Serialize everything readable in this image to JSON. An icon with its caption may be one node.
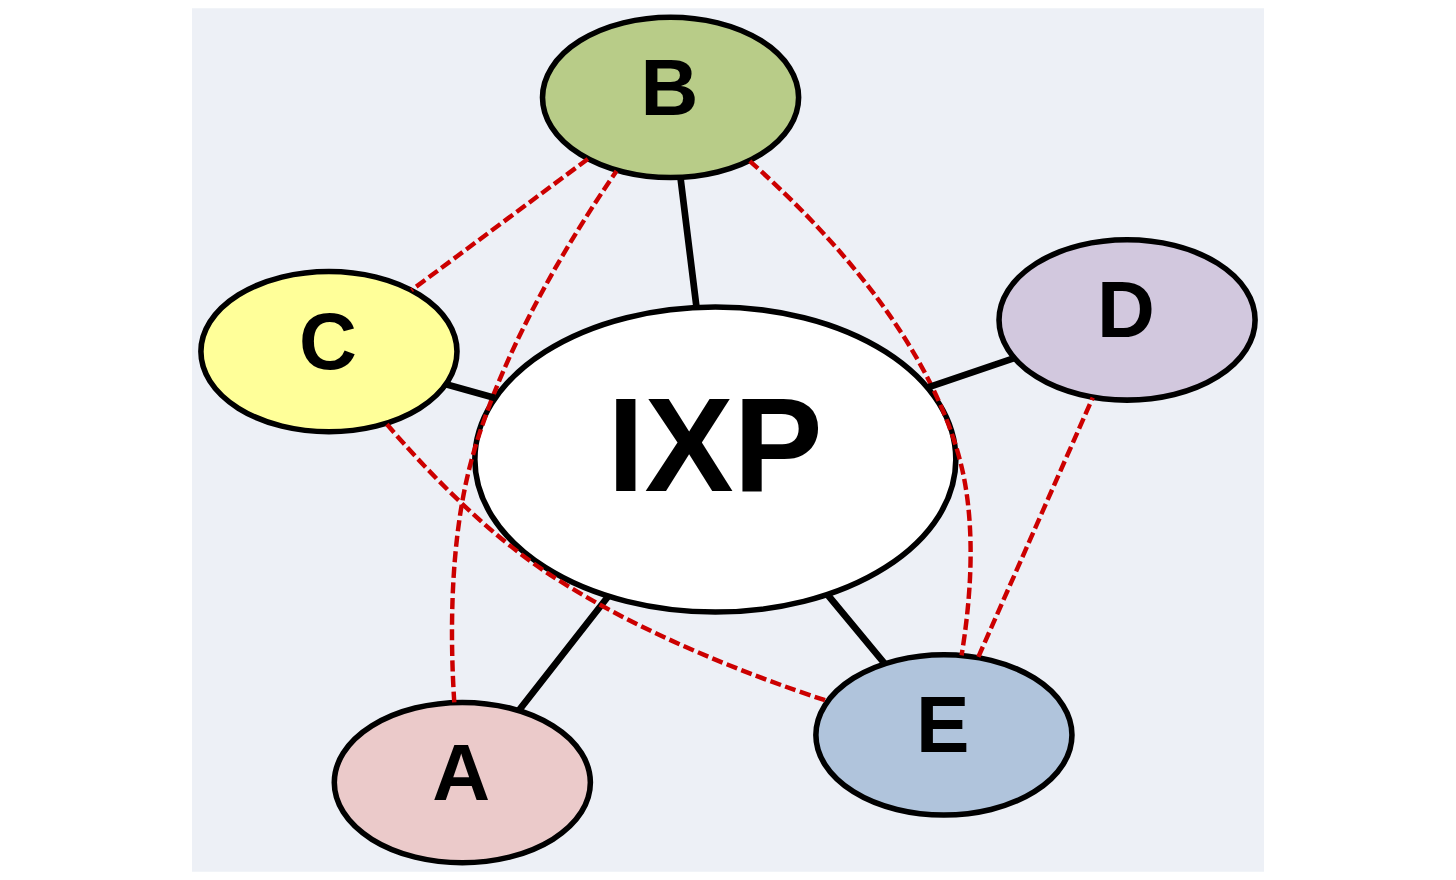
{
  "diagram": {
    "nodes": [
      {
        "text": [
          "A"
        ]
      },
      {
        "text": [
          "E"
        ]
      },
      {
        "text": [
          "IXP"
        ]
      },
      {
        "text": [
          "B"
        ]
      },
      {
        "text": [
          "D"
        ]
      },
      {
        "text": [
          "C"
        ]
      }
    ],
    "edges": [
      {
        "from": 0,
        "to": 2,
        "arrow": "none"
      },
      {
        "from": 1,
        "to": 2,
        "arrow": "none"
      },
      {
        "from": 3,
        "to": 2,
        "arrow": "none"
      },
      {
        "from": 4,
        "to": 2,
        "arrow": "none"
      },
      {
        "from": 5,
        "to": 2,
        "arrow": "none"
      },
      {
        "from": 0,
        "to": 3,
        "arrow": "none",
        "style": "dashed",
        "color": "#cc0000"
      },
      {
        "from": 3,
        "to": 1,
        "arrow": "none",
        "style": "dashed",
        "color": "#cc0000"
      },
      {
        "from": 3,
        "to": 5,
        "arrow": "none",
        "style": "dashed",
        "color": "#cc0000"
      },
      {
        "from": 5,
        "to": 1,
        "arrow": "none",
        "style": "dashed",
        "color": "#cc0000"
      },
      {
        "from": 1,
        "to": 4,
        "arrow": "none",
        "style": "dashed",
        "color": "#cc0000"
      }
    ]
  }
}
